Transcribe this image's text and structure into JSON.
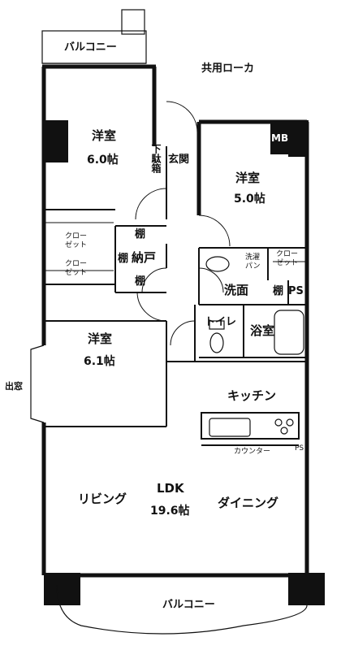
{
  "labels": {
    "balcony_top": "バルコニー",
    "common_corridor": "共用ローカ",
    "western_room_1": "洋室",
    "western_room_1_size": "6.0帖",
    "shoe_box": "下駄箱",
    "entrance": "玄関",
    "mb": "MB",
    "western_room_2": "洋室",
    "western_room_2_size": "5.0帖",
    "closet_1": "クロー\nゼット",
    "closet_2": "クロー\nゼット",
    "shelf_top": "棚",
    "shelf_left": "棚",
    "shelf_bottom": "棚",
    "storage": "納戸",
    "washing_pan": "洗濯\nパン",
    "closet_3": "クロー\nゼット",
    "washroom": "洗面",
    "shelf_wash": "棚",
    "ps_1": "PS",
    "toilet": "トイレ",
    "bathroom": "浴室",
    "western_room_3": "洋室",
    "western_room_3_size": "6.1帖",
    "bay_window": "出窓",
    "kitchen": "キッチン",
    "counter": "カウンター",
    "ps_2": "PS",
    "ldk": "LDK",
    "living": "リビング",
    "ldk_size": "19.6帖",
    "dining": "ダイニング",
    "balcony_bottom": "バルコニー"
  }
}
